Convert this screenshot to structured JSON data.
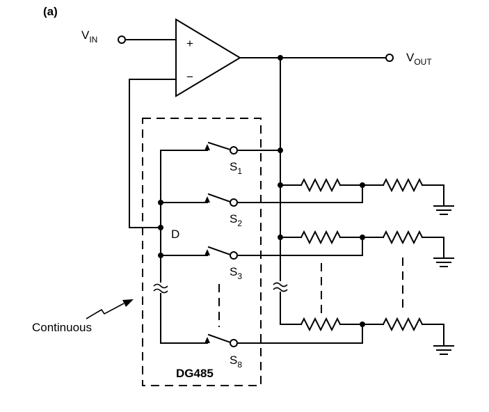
{
  "panel_label": "(a)",
  "vin": {
    "main": "V",
    "sub": "IN"
  },
  "vout": {
    "main": "V",
    "sub": "OUT"
  },
  "opamp": {
    "plus": "+",
    "minus": "−"
  },
  "mux": {
    "name": "DG485",
    "drain_label": "D"
  },
  "switches": [
    {
      "main": "S",
      "sub": "1"
    },
    {
      "main": "S",
      "sub": "2"
    },
    {
      "main": "S",
      "sub": "3"
    },
    {
      "main": "S",
      "sub": "8"
    }
  ],
  "annotation": "Continuous"
}
